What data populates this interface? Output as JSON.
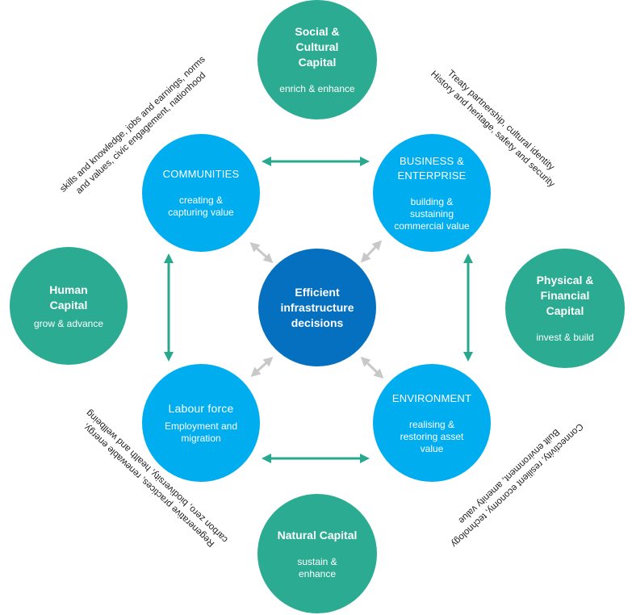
{
  "center": {
    "title": "Efficient infrastructure decisions"
  },
  "capitals": {
    "social": {
      "title_lines": [
        "Social &",
        "Cultural",
        "Capital"
      ],
      "subtitle": "enrich & enhance"
    },
    "human": {
      "title_lines": [
        "Human",
        "Capital"
      ],
      "subtitle": "grow & advance"
    },
    "physical": {
      "title_lines": [
        "Physical &",
        "Financial",
        "Capital"
      ],
      "subtitle": "invest & build"
    },
    "natural": {
      "title_lines": [
        "Natural Capital"
      ],
      "subtitle_lines": [
        "sustain &",
        "enhance"
      ]
    }
  },
  "sectors": {
    "communities": {
      "title": "COMMUNITIES",
      "subtitle_lines": [
        "creating &",
        "capturing value"
      ]
    },
    "business": {
      "title_lines": [
        "BUSINESS &",
        "ENTERPRISE"
      ],
      "subtitle_lines": [
        "building &",
        "sustaining",
        "commercial value"
      ]
    },
    "labour": {
      "title": "Labour force",
      "subtitle_lines": [
        "Employment and",
        "migration"
      ]
    },
    "environment": {
      "title": "ENVIRONMENT",
      "subtitle_lines": [
        "realising &",
        "restoring asset",
        "value"
      ]
    }
  },
  "annotations": {
    "human": [
      "skills and knowledge, jobs and earnings, norms",
      "and values, civic engagement, nationhood"
    ],
    "social": [
      "Treaty partnership, cultural identity",
      "History and heritage, safety and security"
    ],
    "natural": [
      "Regenerative practices, renewable energy,",
      "carbon zero, biodiversity, health and wellbeing"
    ],
    "physical": [
      "Connectivity, resilient economy, technology",
      "Built environment, amenity value"
    ]
  },
  "colors": {
    "capital_green": "#2aab92",
    "sector_cyan": "#00adef",
    "center_blue": "#0570c0",
    "arrow_green": "#2aa88e",
    "arrow_grey": "#c8c8c8"
  }
}
